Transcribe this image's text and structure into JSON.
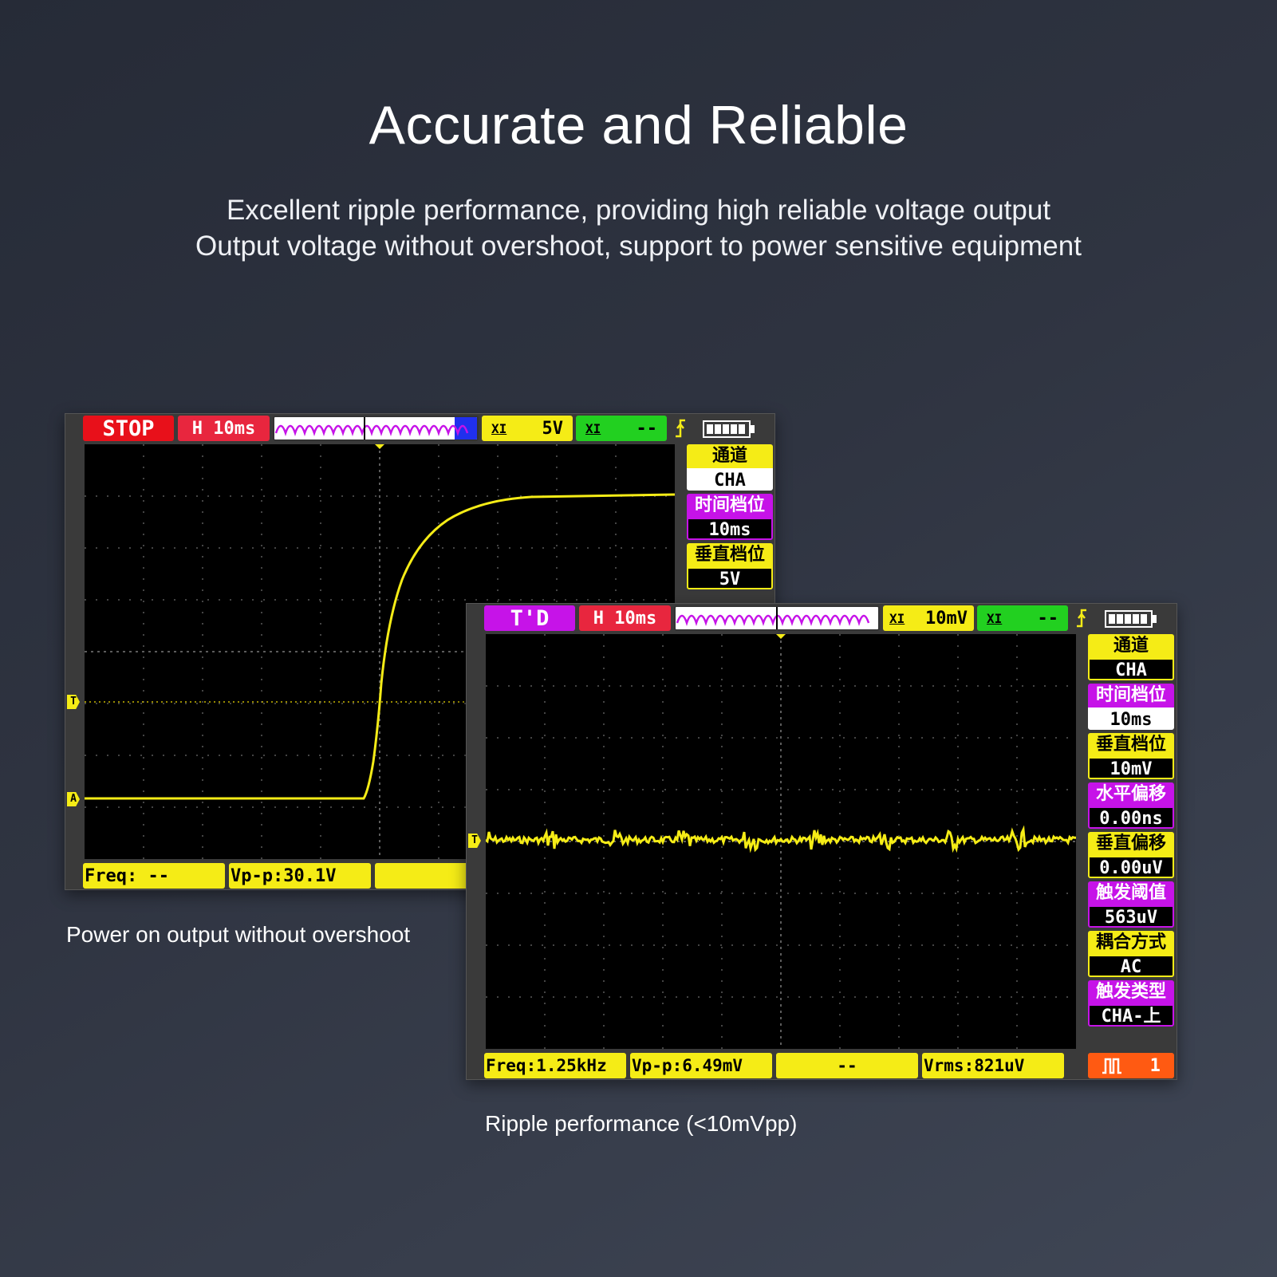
{
  "header": {
    "title": "Accurate and Reliable",
    "line1": "Excellent ripple performance, providing high reliable voltage output",
    "line2": "Output voltage without overshoot, support to power sensitive equipment"
  },
  "scope1": {
    "status": "STOP",
    "timebase": "H  10ms",
    "ch1_label": "XI",
    "ch1_value": "5V",
    "ch2_label": "XI",
    "ch2_value": "--",
    "trigger_marker": "T",
    "channel_marker": "A",
    "side_panel": [
      {
        "label": "通道",
        "value": "CHA",
        "color": "yellow"
      },
      {
        "label": "时间档位",
        "value": "10ms",
        "color": "magenta"
      },
      {
        "label": "垂直档位",
        "value": "5V",
        "color": "yellow"
      }
    ],
    "bottom": {
      "freq": "Freq: --",
      "vpp": "Vp-p:30.1V",
      "extra": "--"
    },
    "caption": "Power on output without overshoot",
    "colors": {
      "trace": "#f5ec16",
      "status": "#e8101a"
    }
  },
  "scope2": {
    "status": "T'D",
    "timebase": "H  10ms",
    "ch1_label": "XI",
    "ch1_value": "10mV",
    "ch2_label": "XI",
    "ch2_value": "--",
    "trigger_marker": "T",
    "side_panel": [
      {
        "label": "通道",
        "value": "CHA",
        "color": "yellow"
      },
      {
        "label": "时间档位",
        "value": "10ms",
        "color": "magenta"
      },
      {
        "label": "垂直档位",
        "value": "10mV",
        "color": "yellow"
      },
      {
        "label": "水平偏移",
        "value": "0.00ns",
        "color": "magenta"
      },
      {
        "label": "垂直偏移",
        "value": "0.00uV",
        "color": "yellow"
      },
      {
        "label": "触发阈值",
        "value": "563uV",
        "color": "magenta"
      },
      {
        "label": "耦合方式",
        "value": "AC",
        "color": "yellow"
      },
      {
        "label": "触发类型",
        "value": "CHA-上",
        "color": "magenta"
      }
    ],
    "bottom": {
      "freq": "Freq:1.25kHz",
      "vpp": "Vp-p:6.49mV",
      "mid": "--",
      "vrms": "Vrms:821uV",
      "mode_value": "1"
    },
    "caption": "Ripple performance (<10mVpp)",
    "colors": {
      "trace": "#f5ec16",
      "status": "#c613e8"
    }
  }
}
